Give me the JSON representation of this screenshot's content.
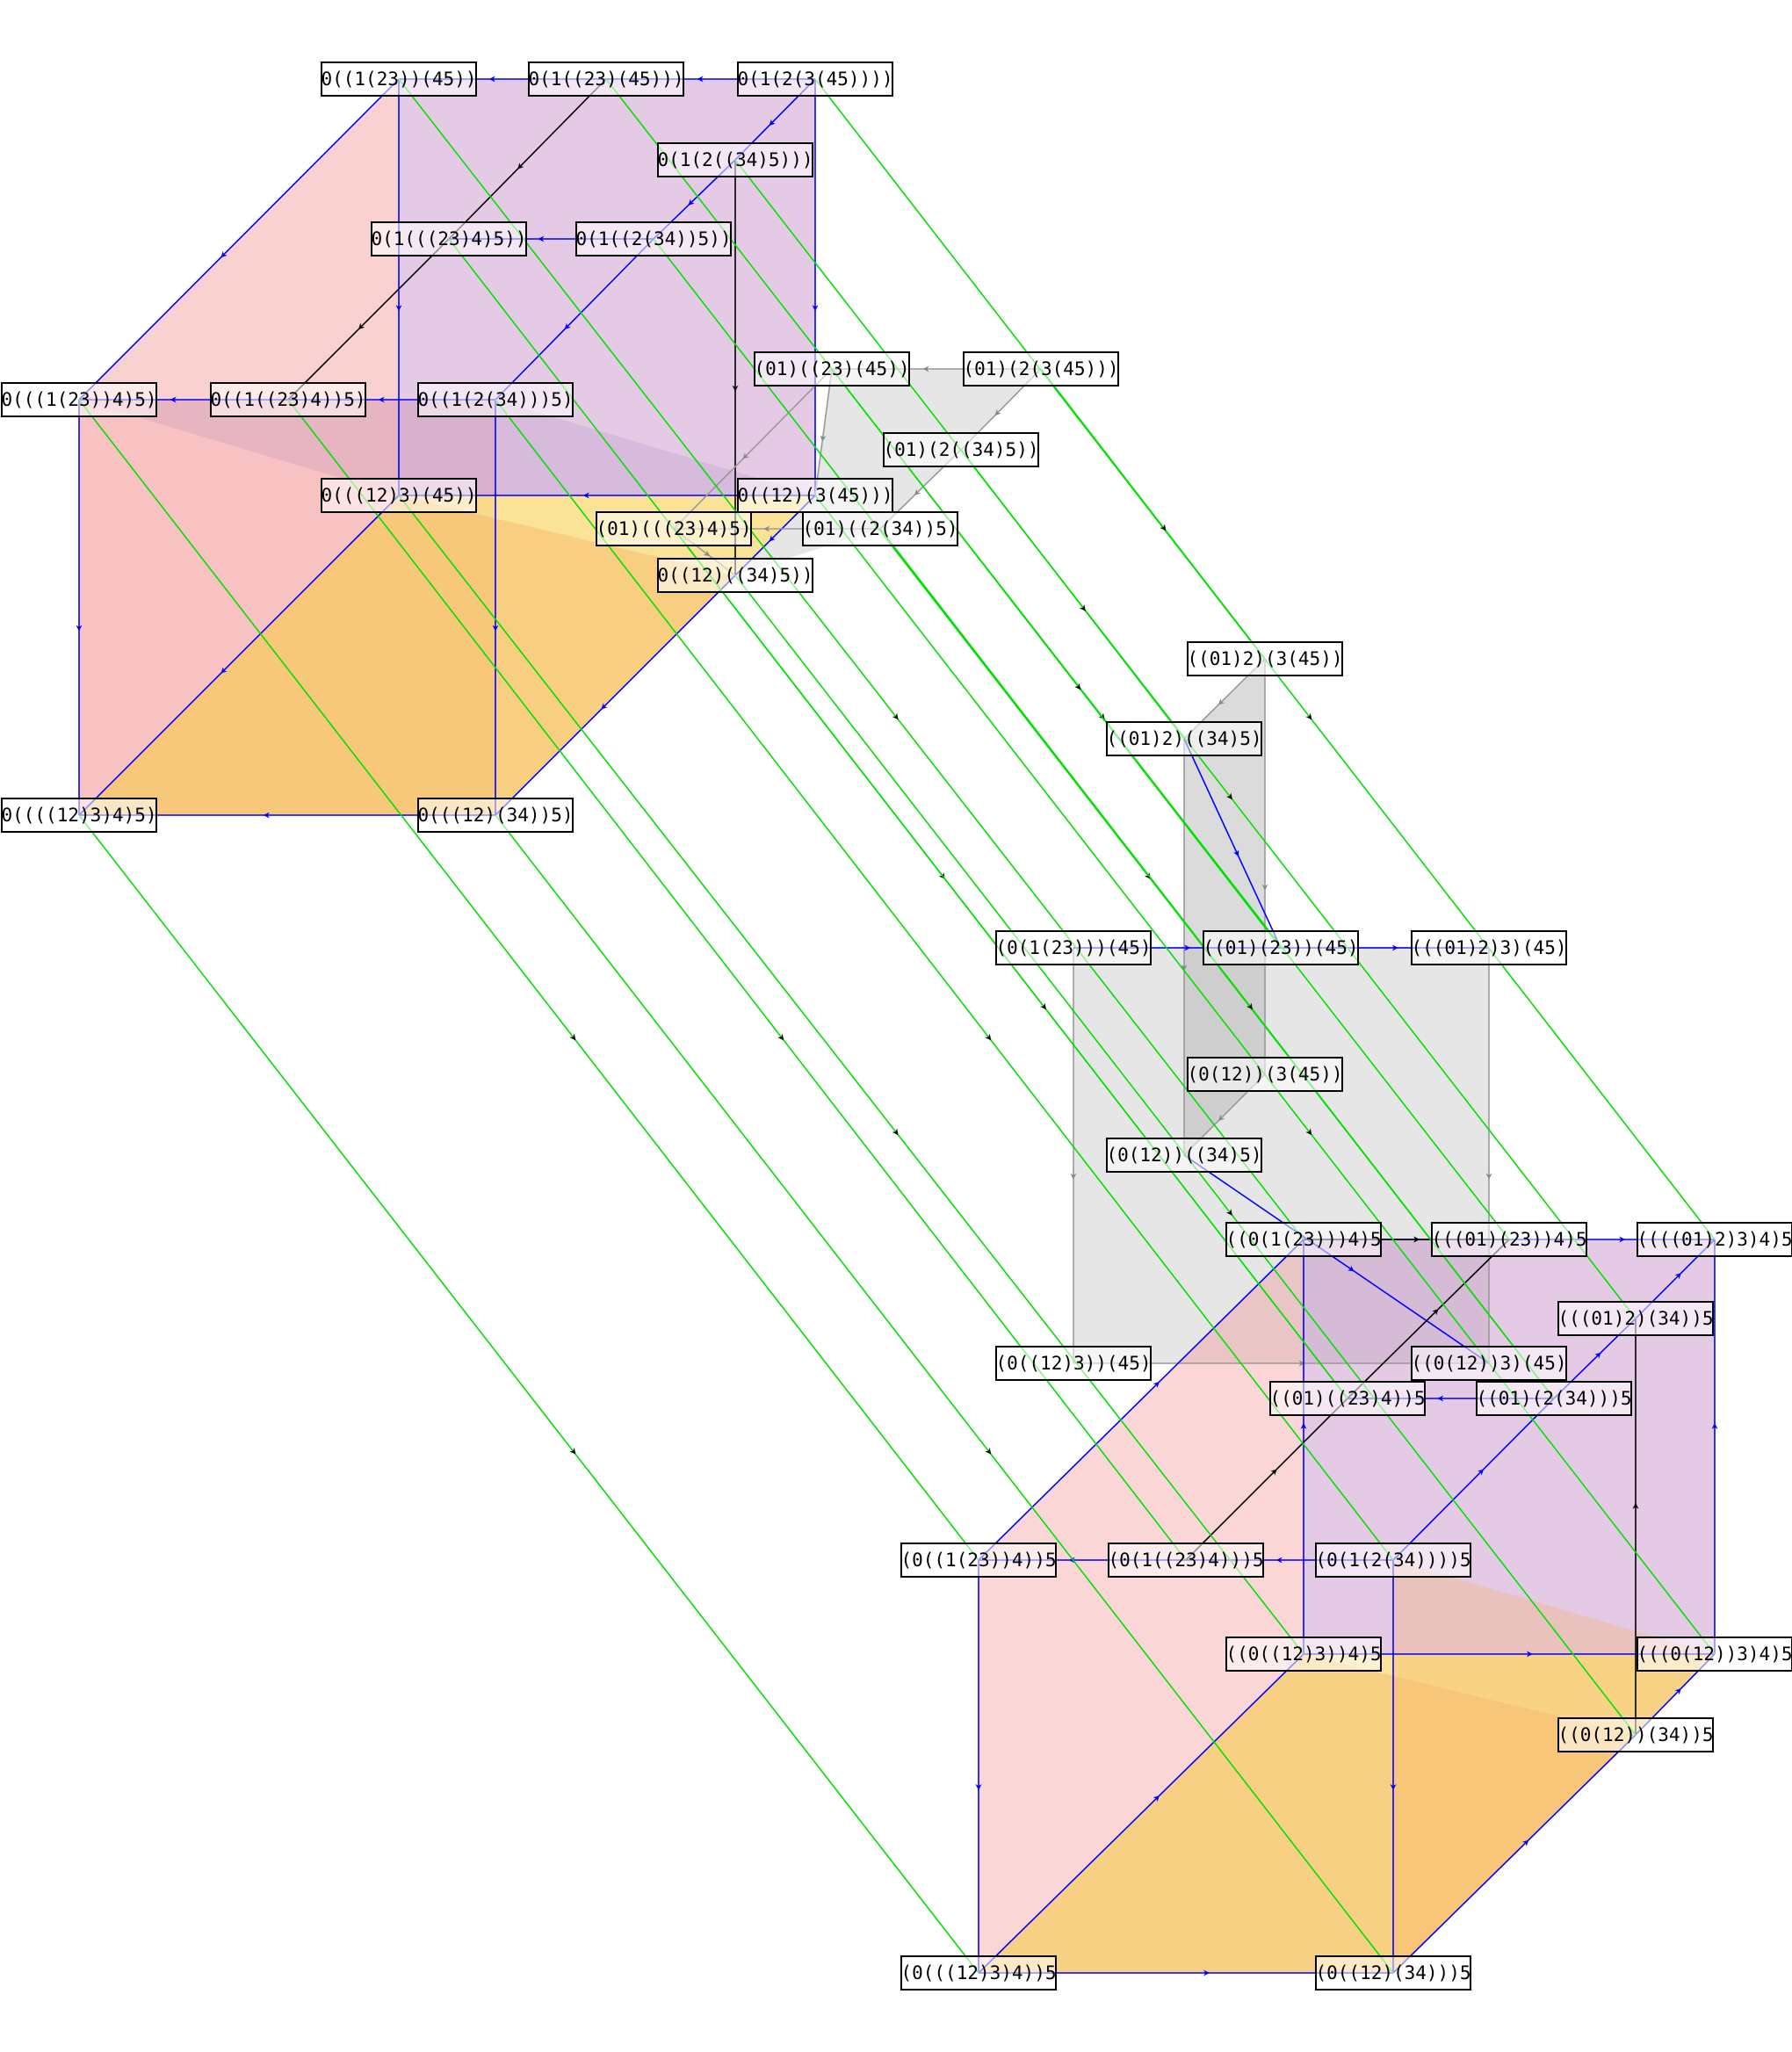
{
  "colors": {
    "blue": "#0000ff",
    "green": "#00e000",
    "black": "#000000",
    "grey": "#999999",
    "pink": "#f08080",
    "mauve": "#c080c0",
    "orange": "#f6b060",
    "yellow": "#f6cc40",
    "purple": "#a080c0",
    "grey_fill": "#b8b8b8"
  },
  "nodes": [
    {
      "id": "a1",
      "label": "0((1(23))(45))"
    },
    {
      "id": "a2",
      "label": "0(1((23)(45)))"
    },
    {
      "id": "a3",
      "label": "0(1(2(3(45))))"
    },
    {
      "id": "a4",
      "label": "0(1(2((34)5)))"
    },
    {
      "id": "a5",
      "label": "0(1(((23)4)5))"
    },
    {
      "id": "a6",
      "label": "0(1((2(34))5))"
    },
    {
      "id": "a7",
      "label": "0(((1(23))4)5)"
    },
    {
      "id": "a8",
      "label": "0((1((23)4))5)"
    },
    {
      "id": "a9",
      "label": "0((1(2(34)))5)"
    },
    {
      "id": "a10",
      "label": "0(((12)3)(45))"
    },
    {
      "id": "a11",
      "label": "0((12)(3(45)))"
    },
    {
      "id": "a12",
      "label": "0((12)((34)5))"
    },
    {
      "id": "a13",
      "label": "0((((12)3)4)5)"
    },
    {
      "id": "a14",
      "label": "0(((12)(34))5)"
    },
    {
      "id": "b1",
      "label": "(01)((23)(45))"
    },
    {
      "id": "b2",
      "label": "(01)(2(3(45)))"
    },
    {
      "id": "b3",
      "label": "(01)(2((34)5))"
    },
    {
      "id": "b4",
      "label": "(01)(((23)4)5)"
    },
    {
      "id": "b5",
      "label": "(01)((2(34))5)"
    },
    {
      "id": "c1",
      "label": "((01)2)(3(45))"
    },
    {
      "id": "c2",
      "label": "((01)2)((34)5)"
    },
    {
      "id": "d1",
      "label": "(0(1(23)))(45)"
    },
    {
      "id": "d2",
      "label": "((01)(23))(45)"
    },
    {
      "id": "d3",
      "label": "(((01)2)3)(45)"
    },
    {
      "id": "d4",
      "label": "(0(12))(3(45))"
    },
    {
      "id": "d5",
      "label": "(0(12))((34)5)"
    },
    {
      "id": "d6",
      "label": "(0((12)3))(45)"
    },
    {
      "id": "d7",
      "label": "((0(12))3)(45)"
    },
    {
      "id": "e1",
      "label": "((0(1(23)))4)5"
    },
    {
      "id": "e2",
      "label": "(((01)(23))4)5"
    },
    {
      "id": "e3",
      "label": "((((01)2)3)4)5"
    },
    {
      "id": "e4",
      "label": "(((01)2)(34))5"
    },
    {
      "id": "e5",
      "label": "((01)((23)4))5"
    },
    {
      "id": "e6",
      "label": "((01)(2(34)))5"
    },
    {
      "id": "e7",
      "label": "(0((1(23))4))5"
    },
    {
      "id": "e8",
      "label": "(0(1((23)4)))5"
    },
    {
      "id": "e9",
      "label": "(0(1(2(34))))5"
    },
    {
      "id": "e10",
      "label": "((0((12)3))4)5"
    },
    {
      "id": "e11",
      "label": "(((0(12))3)4)5"
    },
    {
      "id": "e12",
      "label": "((0(12))(34))5"
    },
    {
      "id": "e13",
      "label": "(0(((12)3)4))5"
    },
    {
      "id": "e14",
      "label": "(0((12)(34)))5"
    }
  ]
}
